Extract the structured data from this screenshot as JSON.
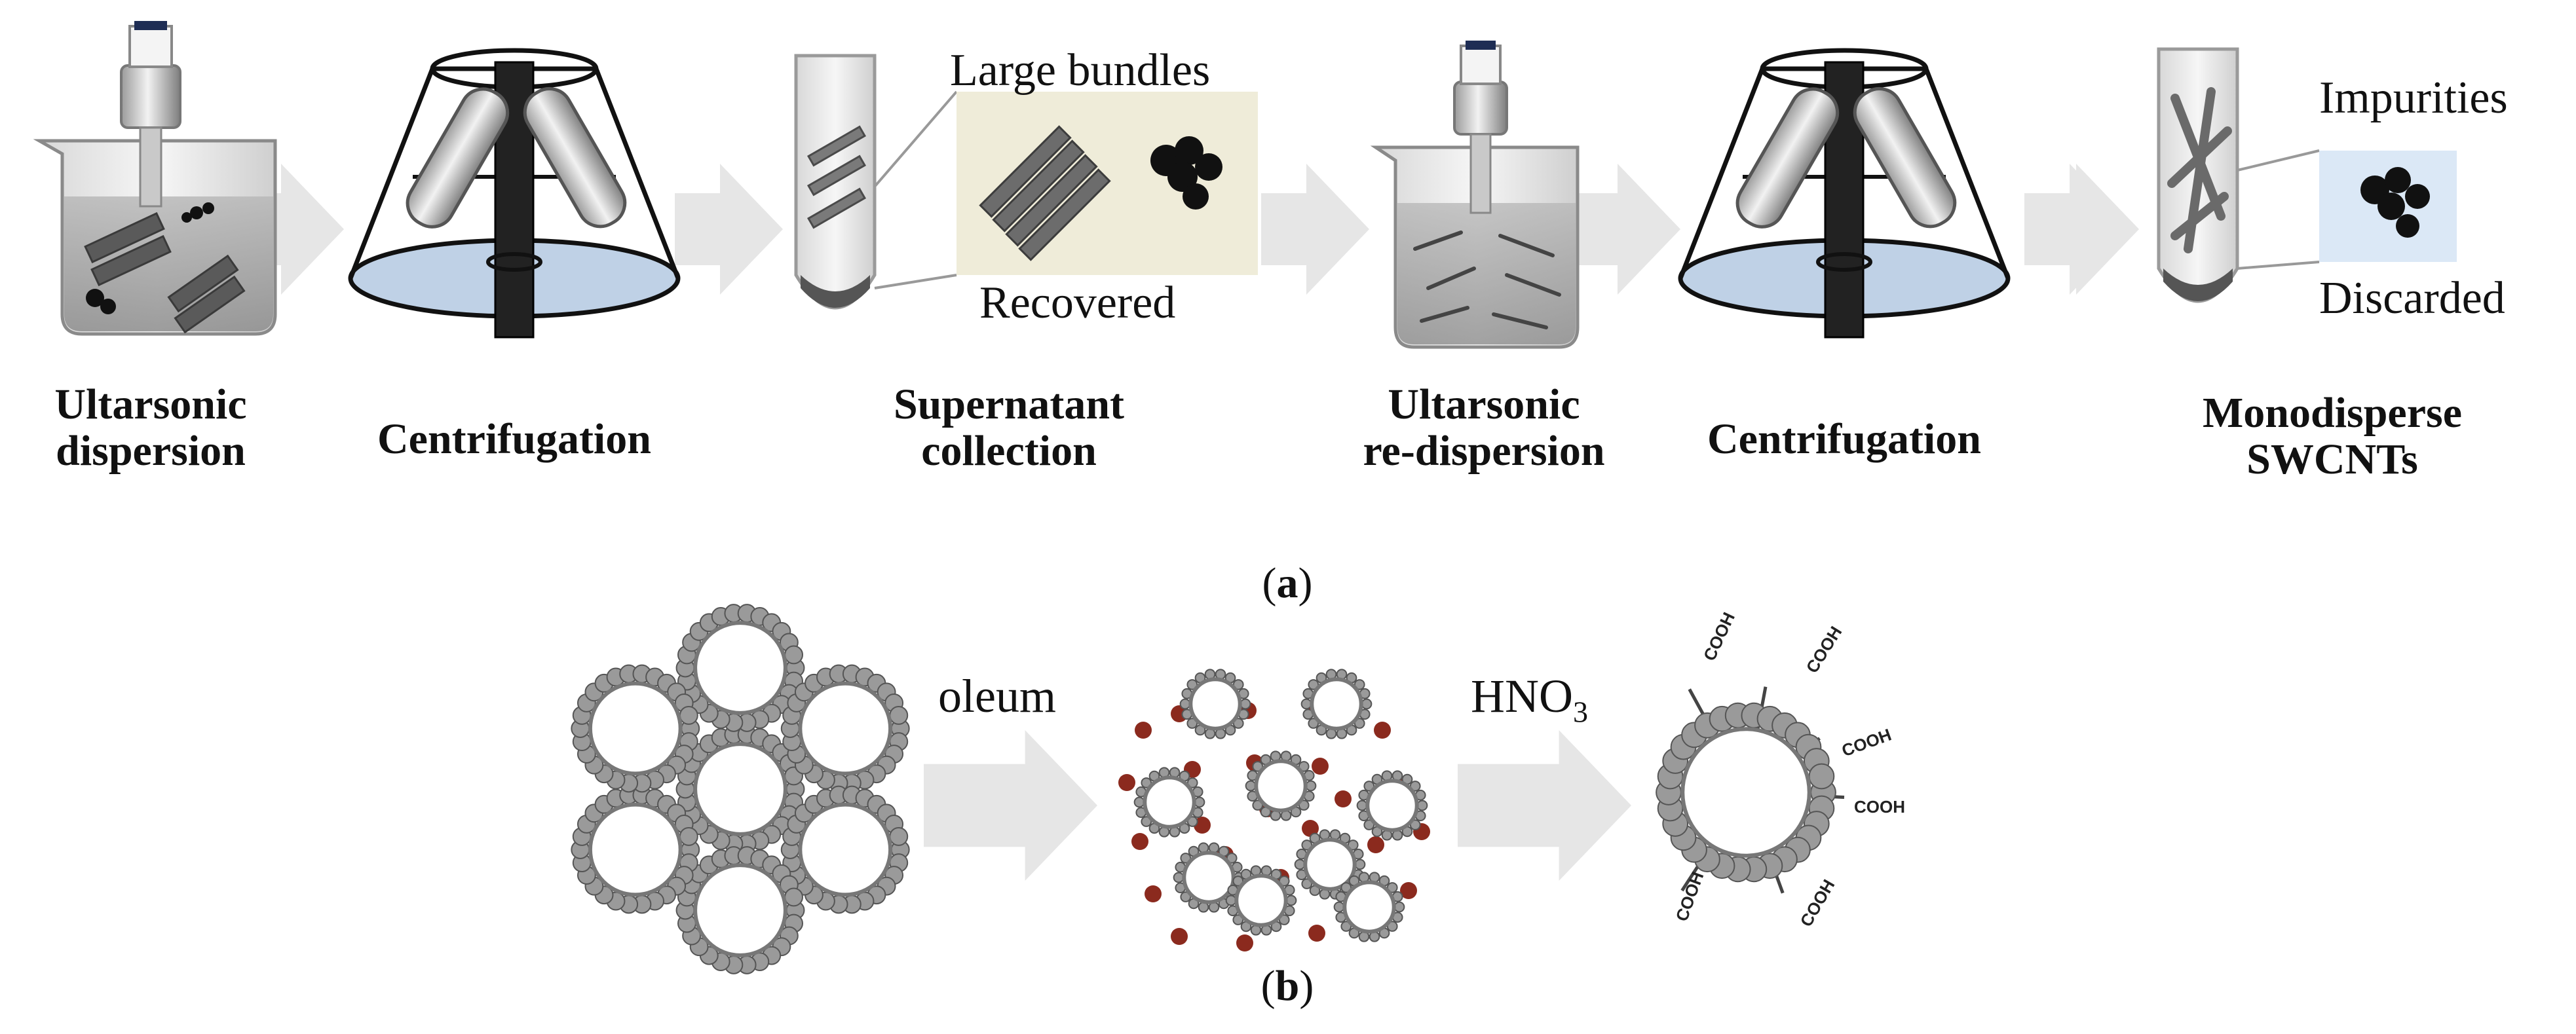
{
  "panel_a": {
    "steps": [
      {
        "line1": "Ultarsonic",
        "line2": "dispersion"
      },
      {
        "line1": "Centrifugation",
        "line2": ""
      },
      {
        "line1": "Supernatant",
        "line2": "collection"
      },
      {
        "line1": "Ultarsonic",
        "line2": "re-dispersion"
      },
      {
        "line1": "Centrifugation",
        "line2": ""
      },
      {
        "line1": "Monodisperse",
        "line2": "SWCNTs"
      }
    ],
    "annotations": {
      "large_bundles": "Large bundles",
      "recovered": "Recovered",
      "impurities": "Impurities",
      "discarded": "Discarded"
    },
    "label_open": "(",
    "label_letter": "a",
    "label_close": ")"
  },
  "panel_b": {
    "arrow1_label": "oleum",
    "arrow2_label_main": "HNO",
    "arrow2_label_sub": "3",
    "cooh_label": "COOH",
    "label_open": "(",
    "label_letter": "b",
    "label_close": ")"
  },
  "colors": {
    "arrow": "#e6e6e6",
    "liquid": "#9fb7d3",
    "rod": "#222222",
    "particle": "#111111",
    "acid": "#8b2a1e",
    "inset": "#efecd9",
    "inset_blue": "#dbe8f6"
  }
}
